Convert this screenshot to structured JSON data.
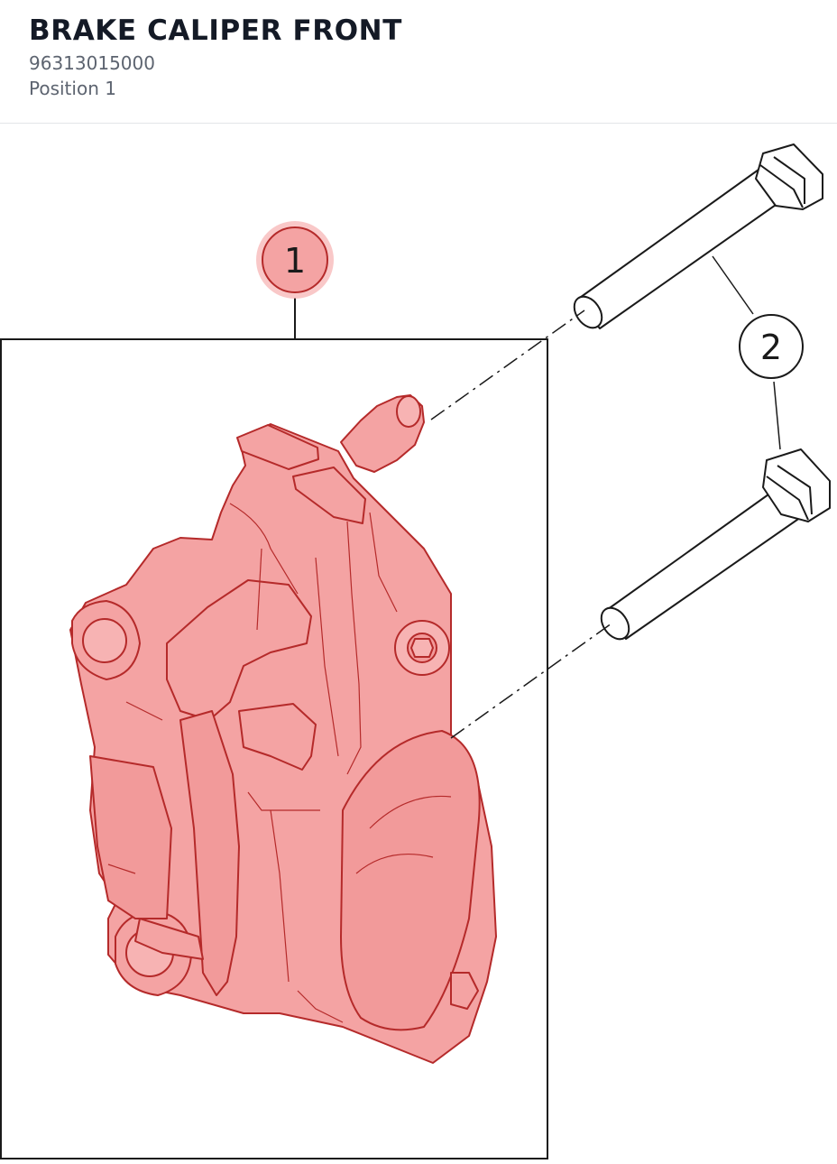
{
  "header": {
    "title": "BRAKE CALIPER FRONT",
    "part_number": "96313015000",
    "position": "Position 1"
  },
  "diagram": {
    "callouts": [
      {
        "label": "1",
        "highlighted": true
      },
      {
        "label": "2",
        "highlighted": false
      }
    ],
    "highlight_color": "#f4a3a3",
    "highlight_stroke": "#b52a2a"
  }
}
